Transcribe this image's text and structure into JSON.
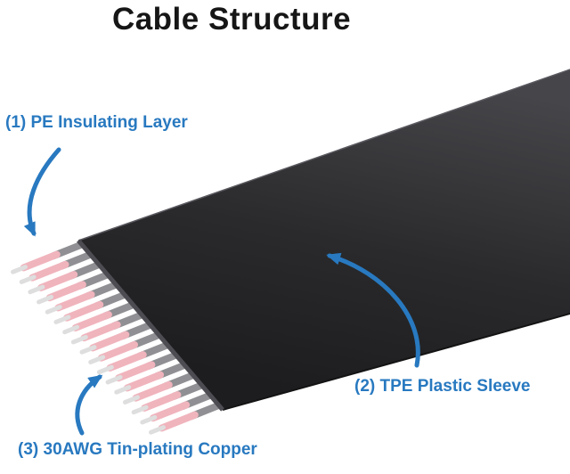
{
  "title": "Cable Structure",
  "labels": {
    "label1": "(1) PE Insulating Layer",
    "label2": "(2) TPE Plastic Sleeve",
    "label3": "(3) 30AWG Tin-plating Copper"
  },
  "colors": {
    "accent_blue": "#2879c0",
    "title_black": "#161616",
    "cable_light": "#46464a",
    "cable_dark": "#2a2a2c",
    "cable_edge": "#1d1d1f",
    "cable_cut_face": "#4c4c52",
    "wire_sheath_gray": "#909094",
    "wire_insulation_pink": "#f0b4bd",
    "wire_tip_silver": "#dedede"
  },
  "diagram": {
    "wire_count": 17
  }
}
